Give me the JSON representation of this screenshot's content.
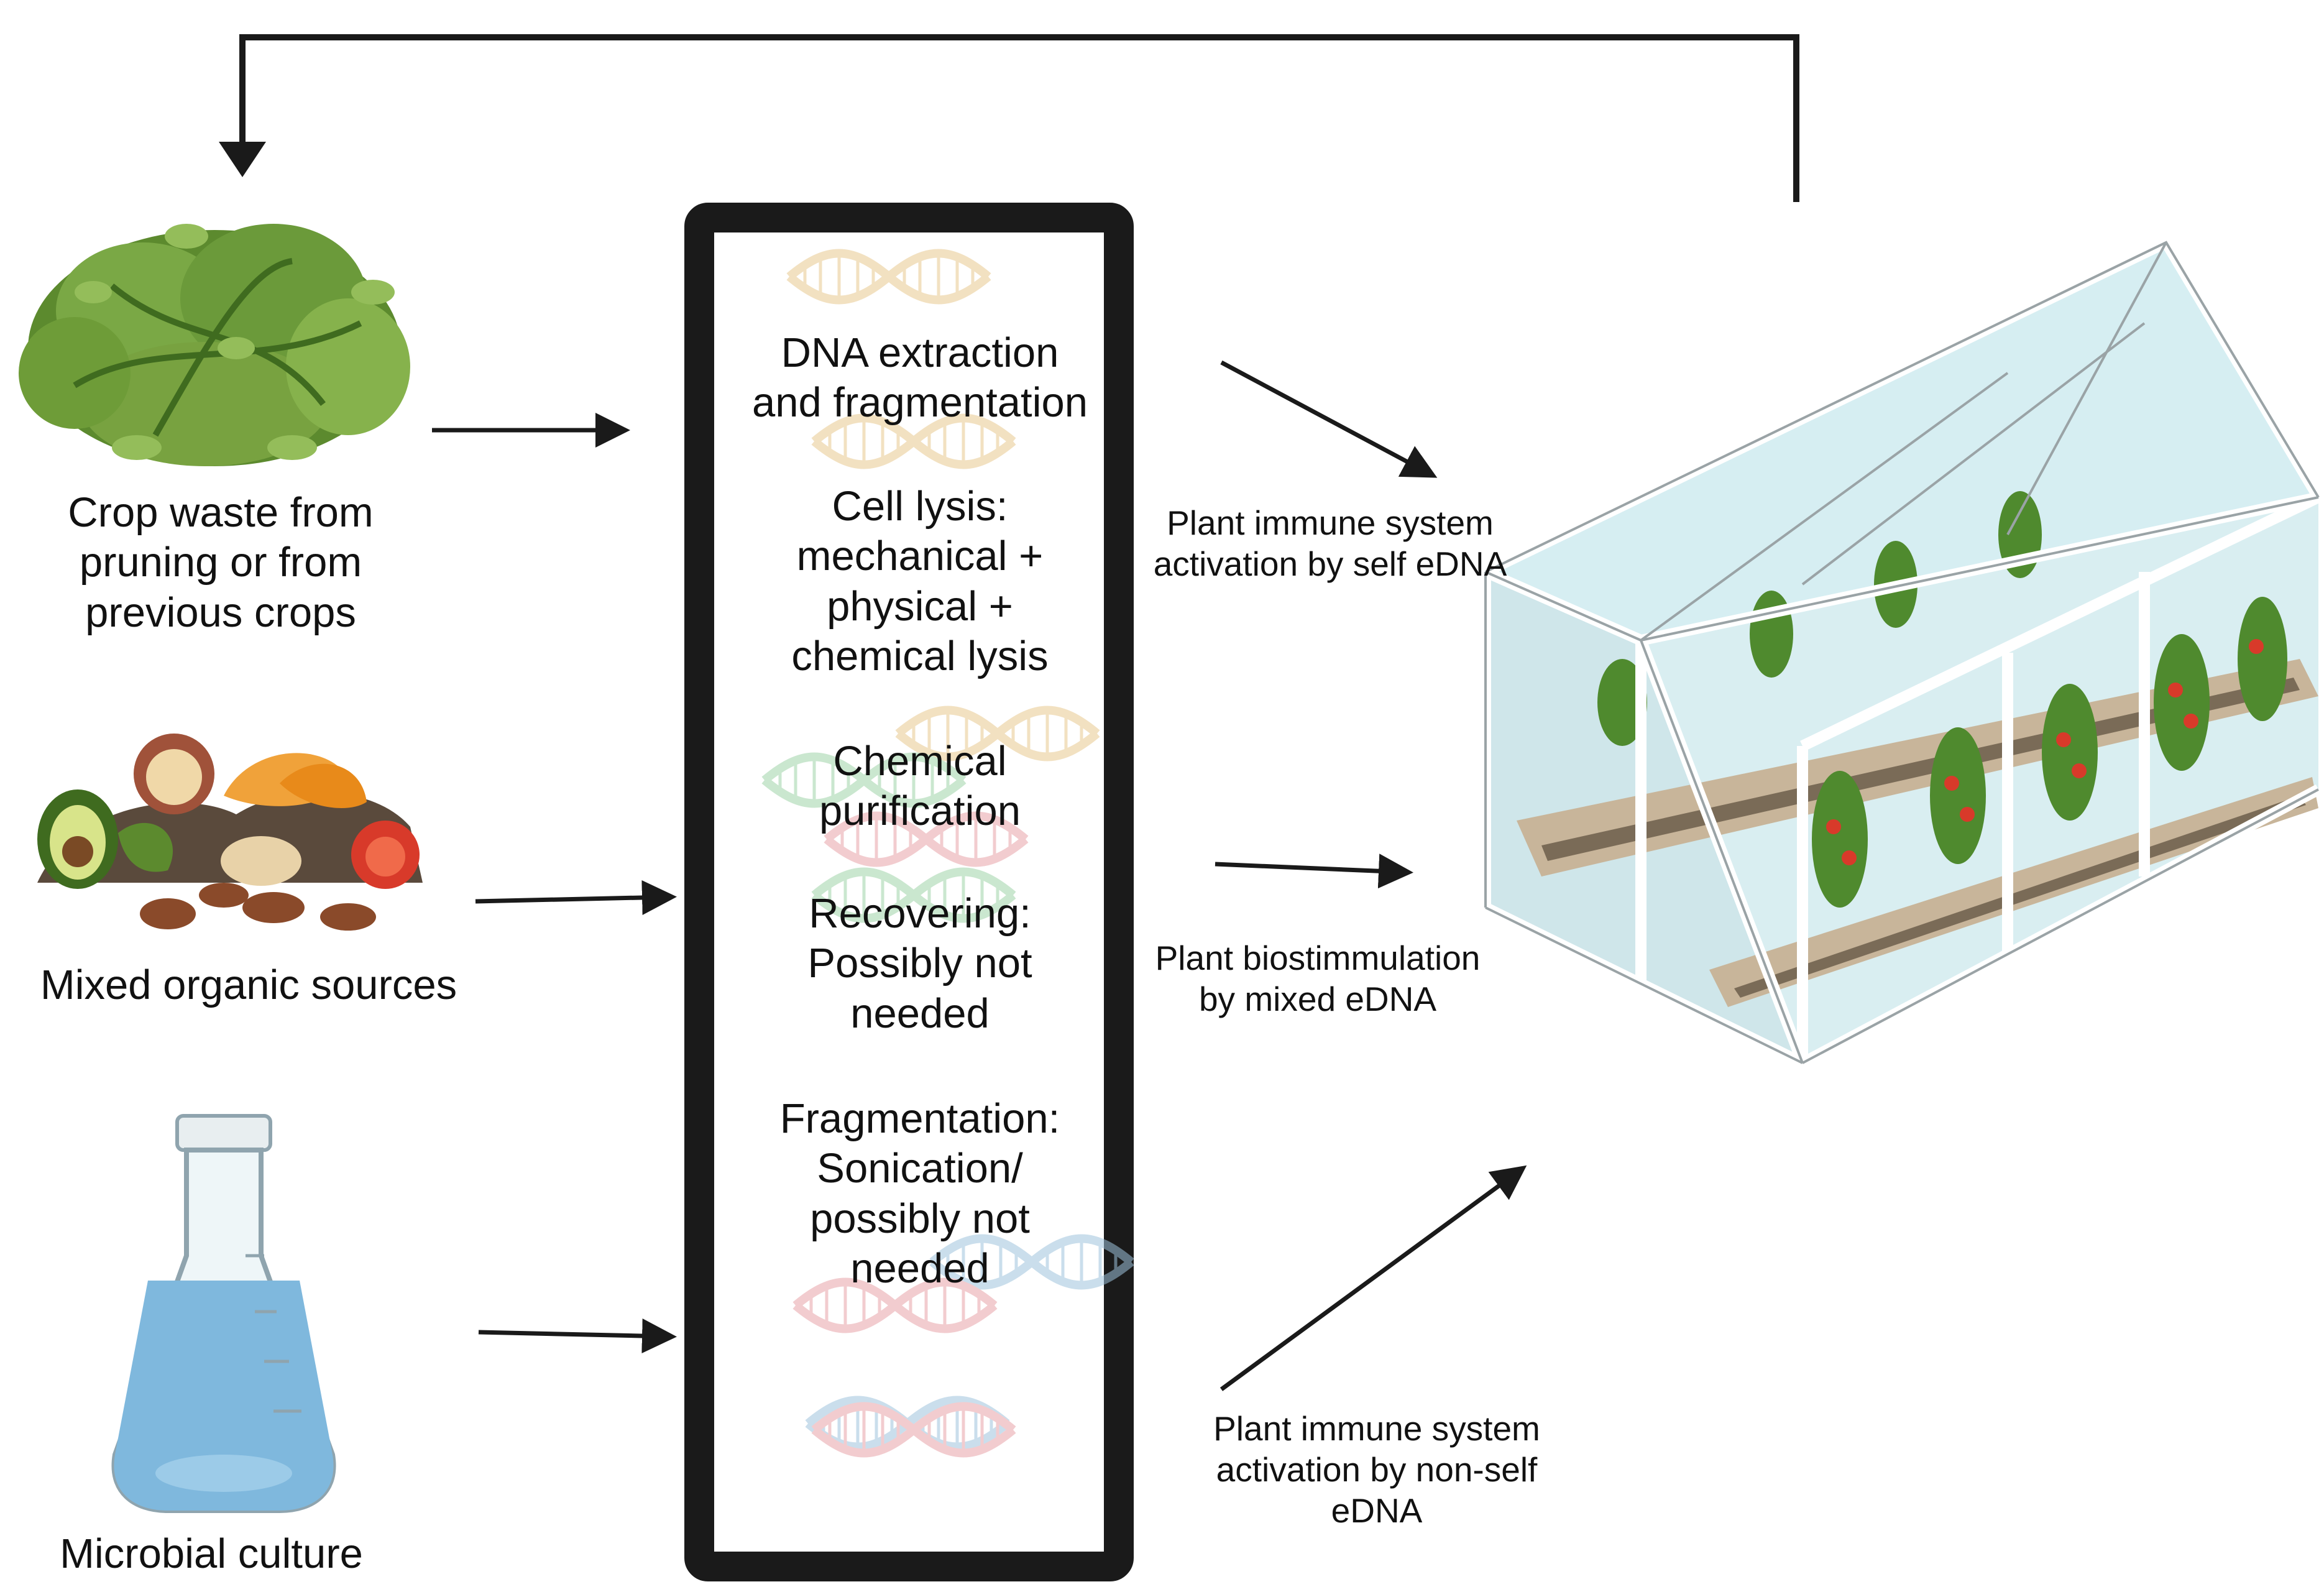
{
  "sources": [
    {
      "id": "crop",
      "label": "Crop waste from\npruning or from\nprevious crops",
      "icon": "leaf-pile-icon"
    },
    {
      "id": "mixed",
      "label": "Mixed organic sources",
      "icon": "organic-waste-icon"
    },
    {
      "id": "microbial",
      "label": "Microbial culture",
      "icon": "flask-icon"
    }
  ],
  "process_steps": [
    {
      "id": "extraction",
      "label": "DNA extraction\nand fragmentation"
    },
    {
      "id": "lysis",
      "label": "Cell lysis:\nmechanical +\nphysical +\nchemical lysis"
    },
    {
      "id": "purification",
      "label": "Chemical\npurification"
    },
    {
      "id": "recovering",
      "label": "Recovering:\nPossibly not\nneeded"
    },
    {
      "id": "fragmentation",
      "label": "Fragmentation:\nSonication/\npossibly not\nneeded"
    }
  ],
  "outcomes": [
    {
      "id": "self",
      "label": "Plant immune system\nactivation by self eDNA"
    },
    {
      "id": "mixed",
      "label": "Plant biostimmulation\nby mixed eDNA"
    },
    {
      "id": "nonself",
      "label": "Plant immune system\nactivation by non-self\neDNA"
    }
  ],
  "icons": {
    "dna": "dna-helix-icon",
    "greenhouse": "greenhouse-icon"
  },
  "colors": {
    "dna_tan": "#e8c98f",
    "dna_green": "#9fd3a8",
    "dna_pink": "#e7a3a8",
    "dna_blue": "#9ec4dc",
    "leaf_green": "#6b9a3a",
    "glass": "#cfe6ea",
    "soil": "#7a6b57",
    "box_border": "#1a1a1a"
  }
}
